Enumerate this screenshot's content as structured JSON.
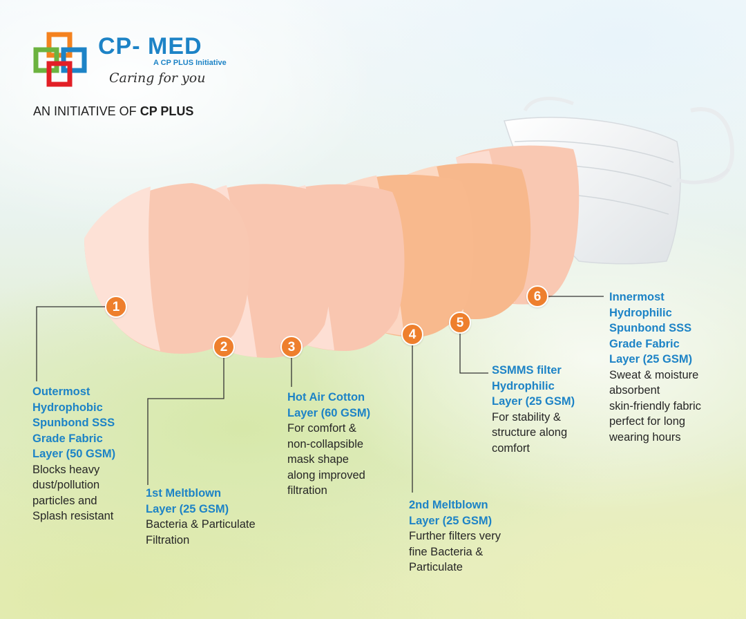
{
  "brand": {
    "name": "CP- MED",
    "subtitle": "A CP PLUS Initiative",
    "tagline": "Caring for you",
    "initiative_prefix": "AN INITIATIVE OF",
    "initiative_name": "CP PLUS",
    "logo_icon": "interlocked-cross-logo-icon"
  },
  "colors": {
    "accent_blue": "#1d83c6",
    "marker_orange": "#ee7f2d",
    "layer_peach": "#f9c3ac",
    "layer_orange": "#f8b98d"
  },
  "layers": [
    {
      "number": "1",
      "title": [
        "Outermost",
        "Hydrophobic",
        "Spunbond SSS",
        "Grade Fabric",
        "Layer (50 GSM)"
      ],
      "description": [
        "Blocks heavy",
        "dust/pollution",
        "particles and",
        "Splash resistant"
      ]
    },
    {
      "number": "2",
      "title": [
        "1st Meltblown",
        "Layer (25 GSM)"
      ],
      "description": [
        "Bacteria & Particulate",
        "Filtration"
      ]
    },
    {
      "number": "3",
      "title": [
        "Hot Air Cotton",
        "Layer (60 GSM)"
      ],
      "description": [
        "For comfort &",
        "non-collapsible",
        "mask shape",
        "along improved",
        "filtration"
      ]
    },
    {
      "number": "4",
      "title": [
        "2nd Meltblown",
        "Layer (25 GSM)"
      ],
      "description": [
        "Further filters very",
        "fine Bacteria &",
        "Particulate"
      ]
    },
    {
      "number": "5",
      "title": [
        "SSMMS filter",
        "Hydrophilic",
        "Layer (25 GSM)"
      ],
      "description": [
        "For stability &",
        "structure along",
        "comfort"
      ]
    },
    {
      "number": "6",
      "title": [
        "Innermost",
        "Hydrophilic",
        "Spunbond SSS",
        "Grade Fabric",
        "Layer (25 GSM)"
      ],
      "description": [
        "Sweat & moisture",
        "absorbent",
        "skin-friendly fabric",
        "perfect for long",
        "wearing hours"
      ]
    }
  ]
}
